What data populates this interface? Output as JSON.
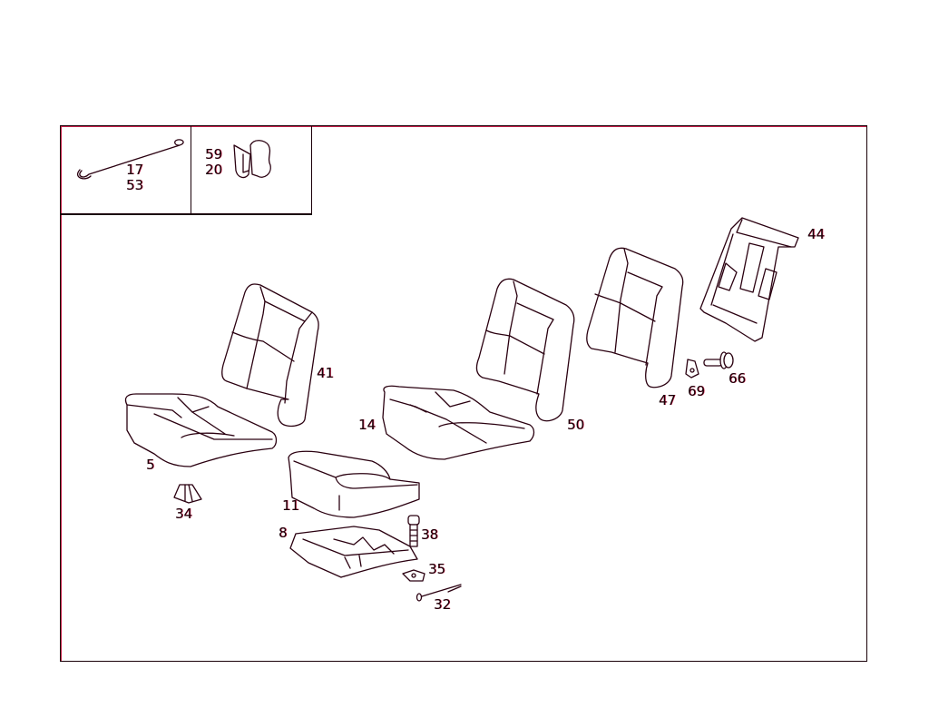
{
  "diagram": {
    "type": "exploded-parts-diagram",
    "subject": "seat cushions, backrests and mounting parts",
    "line_color": "#2a0010",
    "accent_color": "#c8204a",
    "background": "#ffffff"
  },
  "inset_panels": [
    {
      "id": "wire-hook",
      "labels": [
        "17",
        "53"
      ]
    },
    {
      "id": "clip",
      "labels": [
        "59",
        "20"
      ]
    }
  ],
  "parts": [
    {
      "id": "seat-backrest-left",
      "label": "41"
    },
    {
      "id": "seat-cushion-left",
      "label": "5"
    },
    {
      "id": "cone-buffer",
      "label": "34"
    },
    {
      "id": "cushion-pad",
      "label": "11"
    },
    {
      "id": "seat-pan-frame",
      "label": "8"
    },
    {
      "id": "bolt",
      "label": "38"
    },
    {
      "id": "clip-nut",
      "label": "35"
    },
    {
      "id": "pin",
      "label": "32"
    },
    {
      "id": "seat-cushion-center",
      "label": "14"
    },
    {
      "id": "seat-backrest-center",
      "label": "50"
    },
    {
      "id": "seat-backrest-right",
      "label": "47"
    },
    {
      "id": "backrest-frame",
      "label": "44"
    },
    {
      "id": "speed-nut",
      "label": "69"
    },
    {
      "id": "flange-screw",
      "label": "66"
    }
  ]
}
